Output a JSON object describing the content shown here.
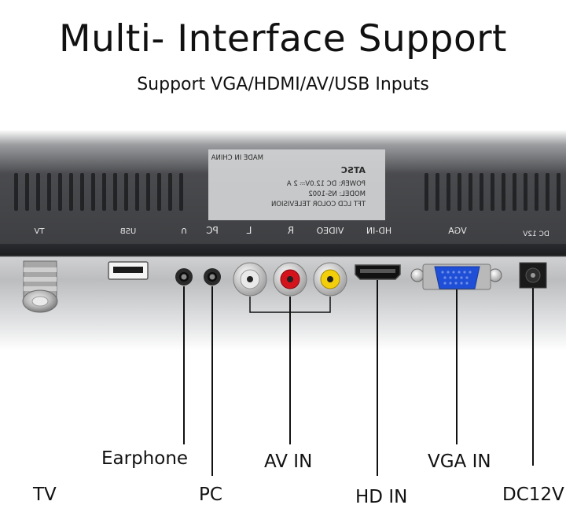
{
  "headline": "Multi- Interface Support",
  "subline": "Support VGA/HDMI/AV/USB Inputs",
  "panel_labels": {
    "tv": "TV",
    "usb": "USB",
    "earphone": "∩",
    "pc": "PC",
    "l": "L",
    "r": "R",
    "video": "VIDEO",
    "hd_in": "HD-IN",
    "vga": "VGA",
    "dc": "DC 12V"
  },
  "rating_label": {
    "line1": "TFT LCD COLOR TELEVISION",
    "line2": "MODEL:  NS-1002",
    "line3": "POWER: DC 12.0V⎓ 2 A",
    "line4": "ATSC",
    "line5": "MADE IN CHINA"
  },
  "callouts": {
    "tv": "TV",
    "earphone": "Earphone",
    "pc": "PC",
    "av_in": "AV IN",
    "hd_in": "HD IN",
    "vga_in": "VGA IN",
    "dc12v": "DC12V"
  },
  "colors": {
    "rca_white": "#e9e9e9",
    "rca_red": "#d4141c",
    "rca_yellow": "#f2cf0a",
    "vga_blue": "#1f4fd6",
    "panel": "#3a3b3d"
  }
}
